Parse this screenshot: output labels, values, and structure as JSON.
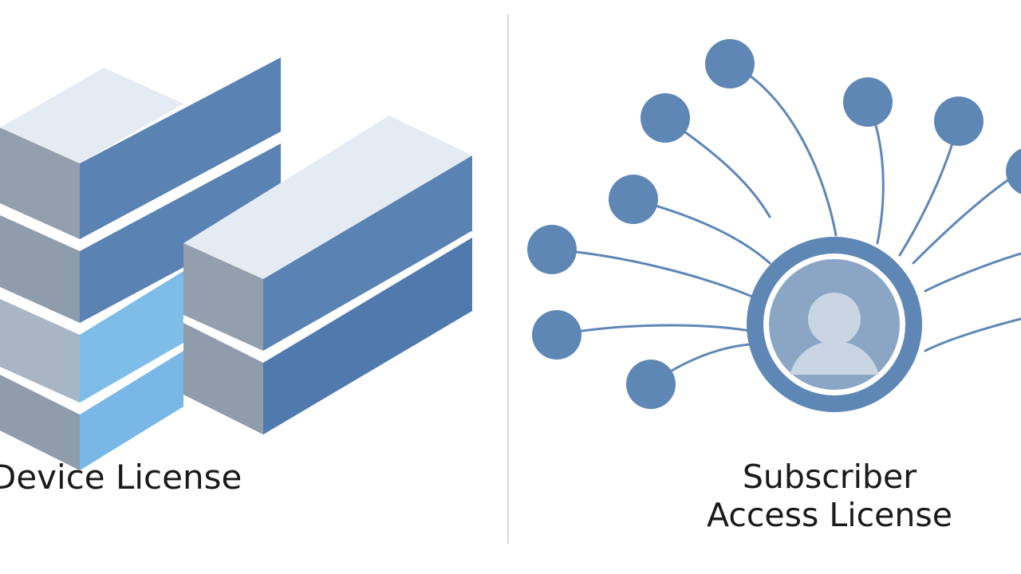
{
  "left_panel": {
    "caption": "Device License",
    "icon": "stacked-server-blocks-icon"
  },
  "right_panel": {
    "caption_line1": "Subscriber",
    "caption_line2": "Access License",
    "icon": "user-network-hub-icon"
  },
  "colors": {
    "block_top": "#e4ebf2",
    "block_front_gray": "#8f9cab",
    "block_side_blue": "#5a82b3",
    "block_light_blue": "#79b8e6",
    "node_blue": "#5f87b5",
    "divider": "#d9d9d9"
  }
}
